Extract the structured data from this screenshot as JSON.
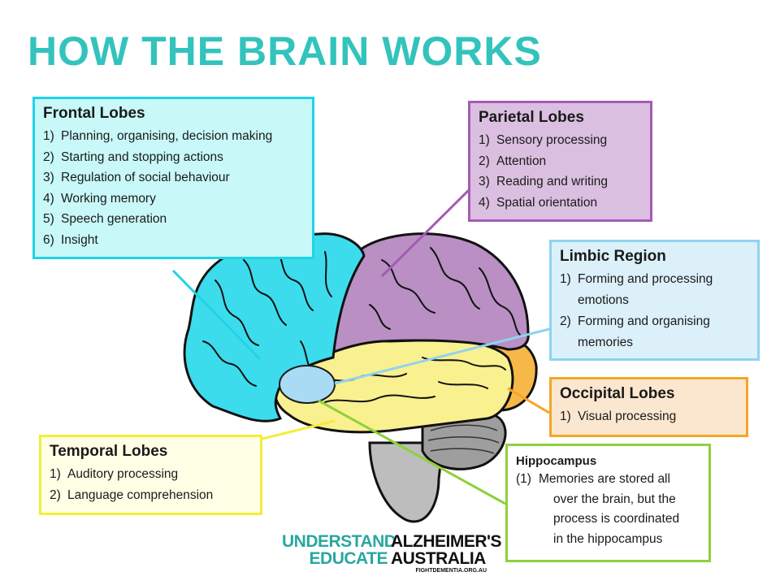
{
  "title": "HOW THE BRAIN WORKS",
  "frontal": {
    "heading": "Frontal Lobes",
    "items": [
      {
        "num": "1)",
        "text": "Planning, organising, decision making"
      },
      {
        "num": "2)",
        "text": "Starting and stopping actions"
      },
      {
        "num": "3)",
        "text": "Regulation of social behaviour"
      },
      {
        "num": "4)",
        "text": "Working memory"
      },
      {
        "num": "5)",
        "text": "Speech generation"
      },
      {
        "num": "6)",
        "text": "Insight"
      }
    ]
  },
  "parietal": {
    "heading": "Parietal Lobes",
    "items": [
      {
        "num": "1)",
        "text": "Sensory processing"
      },
      {
        "num": "2)",
        "text": "Attention"
      },
      {
        "num": "3)",
        "text": "Reading and writing"
      },
      {
        "num": "4)",
        "text": "Spatial orientation"
      }
    ]
  },
  "limbic": {
    "heading": "Limbic Region",
    "items": [
      {
        "num": "1)",
        "text": "Forming and processing emotions"
      },
      {
        "num": "2)",
        "text": "Forming and organising memories"
      }
    ]
  },
  "occipital": {
    "heading": "Occipital Lobes",
    "items": [
      {
        "num": "1)",
        "text": "Visual processing"
      }
    ]
  },
  "temporal": {
    "heading": "Temporal Lobes",
    "items": [
      {
        "num": "1)",
        "text": "Auditory processing"
      },
      {
        "num": "2)",
        "text": "Language comprehension"
      }
    ]
  },
  "hippocampus": {
    "heading": "Hippocampus",
    "num": "(1)",
    "line1": "Memories are stored all",
    "line2": "over the brain, but the",
    "line3": "process is coordinated",
    "line4": "in the hippocampus"
  },
  "logo": {
    "word1": "UNDERSTAND",
    "word2": "ALZHEIMER'S",
    "word3": "EDUCATE",
    "word4": "AUSTRALIA",
    "url": "FIGHTDEMENTIA.ORG.AU"
  },
  "colors": {
    "title": "#33c3bd",
    "frontal": "#3cdcec",
    "parietal": "#b98fc4",
    "temporal": "#f9f08f",
    "occipital": "#f7b84a",
    "cerebellum": "#9a9a9a",
    "limbic": "#a9dbf5",
    "hippocampus_line": "#8ed13b"
  }
}
